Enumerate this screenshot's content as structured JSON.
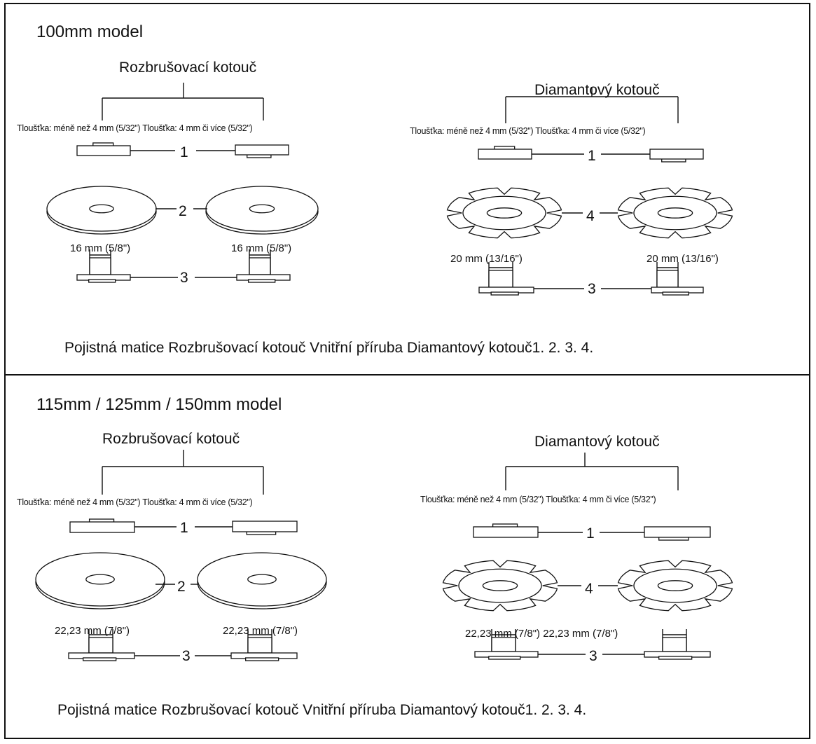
{
  "sections": [
    {
      "title": "100mm model",
      "left": {
        "group_label": "Rozbrušovací kotouč",
        "thickness_text": "Tloušťka: méně než 4 mm (5/32\") Tloušťka: 4 mm či více (5/32\")",
        "size_left": "16 mm (5/8\")",
        "size_right": "16 mm (5/8\")",
        "part_numbers": [
          "1",
          "2",
          "3"
        ]
      },
      "right": {
        "group_label": "Diamantový kotouč",
        "thickness_text": "Tloušťka: méně než 4 mm (5/32\") Tloušťka: 4 mm či více (5/32\")",
        "size_left": "20 mm (13/16\")",
        "size_right": "20 mm (13/16\")",
        "part_numbers": [
          "1",
          "4",
          "3"
        ]
      },
      "caption": "Pojistná matice Rozbrušovací kotouč Vnitřní příruba Diamantový kotouč1. 2. 3. 4."
    },
    {
      "title": "115mm / 125mm / 150mm model",
      "left": {
        "group_label": "Rozbrušovací kotouč",
        "thickness_text": "Tloušťka: méně než 4 mm (5/32\") Tloušťka: 4 mm či více (5/32\")",
        "size_left": "22,23 mm (7/8\")",
        "size_right": "22,23 mm (7/8\")",
        "part_numbers": [
          "1",
          "2",
          "3"
        ]
      },
      "right": {
        "group_label": "Diamantový kotouč",
        "thickness_text": "Tloušťka: méně než 4 mm (5/32\") Tloušťka: 4 mm či více (5/32\")",
        "size_left": "22,23 mm (7/8\") 22,23 mm (7/8\")",
        "size_right": "",
        "part_numbers": [
          "1",
          "4",
          "3"
        ]
      },
      "caption": "Pojistná matice Rozbrušovací kotouč Vnitřní příruba Diamantový kotouč1. 2. 3. 4."
    }
  ]
}
